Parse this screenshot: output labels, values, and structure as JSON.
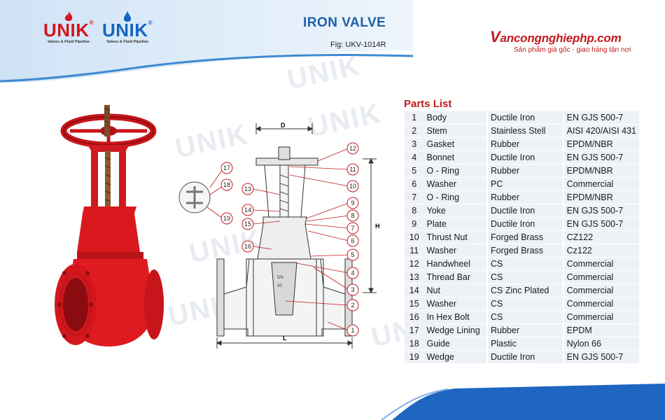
{
  "header": {
    "title": "IRON VALVE",
    "figure": "Fig: UKV-1014R",
    "colors": {
      "band": "#dce9f7",
      "accent": "#1f5fa8"
    }
  },
  "logos": [
    {
      "word": "UNIK",
      "tagline": "Valves & Fluid Pipeline",
      "color": "#d7141a",
      "icon": "flame-icon"
    },
    {
      "word": "UNIK",
      "tagline": "Valves & Fluid Pipeline",
      "color": "#1565c0",
      "icon": "water-drop-icon"
    }
  ],
  "site": {
    "name": "Vancongnghiephp.com",
    "name_first": "V",
    "name_rest": "ancongnghiephp.com",
    "tagline": "Sản phẩm giá gốc - giao hàng tận nơi",
    "color": "#c31a1f"
  },
  "watermark": "UNIK",
  "drawing": {
    "dims": {
      "d": "D",
      "h": "H",
      "l": "L"
    },
    "callouts": [
      "1",
      "2",
      "3",
      "4",
      "5",
      "6",
      "7",
      "8",
      "9",
      "10",
      "11",
      "12",
      "13",
      "14",
      "15",
      "16",
      "17",
      "18",
      "19"
    ],
    "body_marks": [
      "DN",
      "00"
    ]
  },
  "parts": {
    "title": "Parts List",
    "rows": [
      {
        "no": "1",
        "name": "Body",
        "material": "Ductile Iron",
        "standard": "EN GJS 500-7"
      },
      {
        "no": "2",
        "name": "Stem",
        "material": "Stainless Stell",
        "standard": "AISI 420/AISI 431"
      },
      {
        "no": "3",
        "name": "Gasket",
        "material": "Rubber",
        "standard": "EPDM/NBR"
      },
      {
        "no": "4",
        "name": "Bonnet",
        "material": "Ductile Iron",
        "standard": "EN GJS 500-7"
      },
      {
        "no": "5",
        "name": "O - Ring",
        "material": "Rubber",
        "standard": "EPDM/NBR"
      },
      {
        "no": "6",
        "name": "Washer",
        "material": "PC",
        "standard": "Commercial"
      },
      {
        "no": "7",
        "name": "O - Ring",
        "material": "Rubber",
        "standard": "EPDM/NBR"
      },
      {
        "no": "8",
        "name": "Yoke",
        "material": "Ductile Iron",
        "standard": "EN GJS 500-7"
      },
      {
        "no": "9",
        "name": "Plate",
        "material": "Ductile Iron",
        "standard": "EN GJS 500-7"
      },
      {
        "no": "10",
        "name": "Thrust Nut",
        "material": "Forged Brass",
        "standard": "CZ122"
      },
      {
        "no": "11",
        "name": "Washer",
        "material": "Forged Brass",
        "standard": "Cz122"
      },
      {
        "no": "12",
        "name": "Handwheel",
        "material": "CS",
        "standard": "Commercial"
      },
      {
        "no": "13",
        "name": "Thread Bar",
        "material": "CS",
        "standard": "Commercial"
      },
      {
        "no": "14",
        "name": "Nut",
        "material": "CS Zinc Plated",
        "standard": "Commercial"
      },
      {
        "no": "15",
        "name": "Washer",
        "material": "CS",
        "standard": "Commercial"
      },
      {
        "no": "16",
        "name": "In Hex Bolt",
        "material": "CS",
        "standard": "Commercial"
      },
      {
        "no": "17",
        "name": "Wedge Lining",
        "material": "Rubber",
        "standard": "EPDM"
      },
      {
        "no": "18",
        "name": "Guide",
        "material": "Plastic",
        "standard": "Nylon 66"
      },
      {
        "no": "19",
        "name": "Wedge",
        "material": "Ductile Iron",
        "standard": "EN GJS 500-7"
      }
    ]
  }
}
